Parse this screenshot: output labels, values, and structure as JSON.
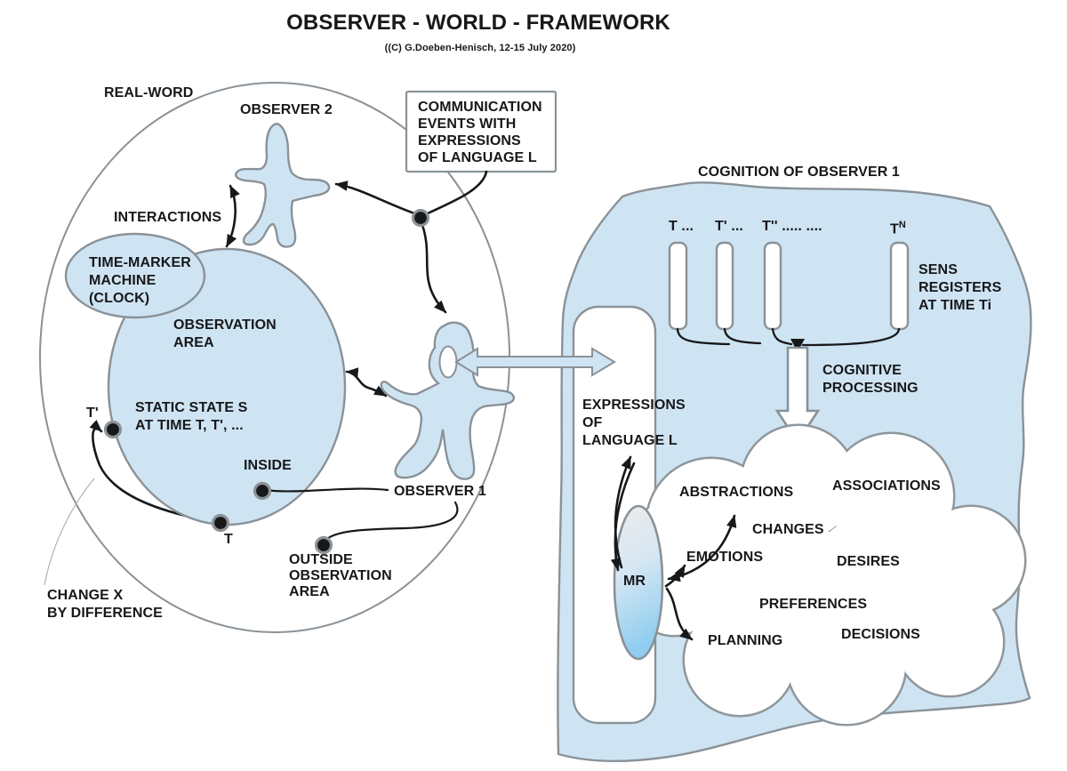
{
  "colors": {
    "fill_blue": "#cfe4f3",
    "outline_gray": "#8a9298",
    "cloud_outline": "#8f979c",
    "line_black": "#17181a",
    "mr_top": "#ececec",
    "mr_mid": "#d7e7f2",
    "mr_bottom": "#8ecdf0"
  },
  "header": {
    "title": "OBSERVER - WORLD - FRAMEWORK",
    "subtitle": "((C) G.Doeben-Henisch, 12-15 July 2020)"
  },
  "real_world": {
    "label": "REAL-WORD",
    "observer2_label": "OBSERVER 2",
    "interactions_label": "INTERACTIONS",
    "time_marker_label": "TIME-MARKER\nMACHINE\n(CLOCK)",
    "observation_area_label": "OBSERVATION\nAREA",
    "static_state_label": "STATIC STATE S\nAT TIME T, T', ...",
    "t_prime_label": "T'",
    "t_label": "T",
    "inside_label": "INSIDE",
    "observer1_label": "OBSERVER 1",
    "outside_label": "OUTSIDE\nOBSERVATION\nAREA",
    "change_label": "CHANGE X\nBY DIFFERENCE"
  },
  "communication_box": {
    "text": "COMMUNICATION\nEVENTS WITH\nEXPRESSIONS\nOF LANGUAGE L"
  },
  "cognition": {
    "title": "COGNITION OF OBSERVER 1",
    "registers": [
      {
        "label": "T ..."
      },
      {
        "label": "T' ..."
      },
      {
        "label": "T'' ..... ...."
      },
      {
        "label": "T",
        "sup": "N"
      }
    ],
    "sens_label": "SENS\nREGISTERS\nAT TIME Ti",
    "processing_label": "COGNITIVE\nPROCESSING",
    "expressions_label": "EXPRESSIONS\nOF\nLANGUAGE L",
    "mr_label": "MR",
    "cloud_labels": [
      "ABSTRACTIONS",
      "ASSOCIATIONS",
      "CHANGES",
      "EMOTIONS",
      "DESIRES",
      "PREFERENCES",
      "PLANNING",
      "DECISIONS"
    ]
  }
}
